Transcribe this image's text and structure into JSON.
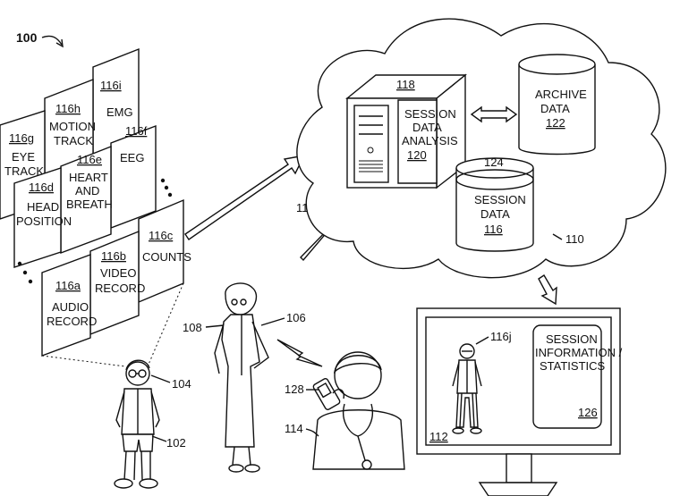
{
  "figure": {
    "number": "100",
    "panels": [
      {
        "id": "116i",
        "text": [
          "EMG"
        ]
      },
      {
        "id": "116h",
        "text": [
          "MOTION",
          "TRACK"
        ]
      },
      {
        "id": "116g",
        "text": [
          "EYE",
          "TRACK"
        ]
      },
      {
        "id": "116f",
        "text": [
          "EEG"
        ]
      },
      {
        "id": "116e",
        "text": [
          "HEART",
          "AND",
          "BREATH"
        ]
      },
      {
        "id": "116d",
        "text": [
          "HEAD",
          "POSITION"
        ]
      },
      {
        "id": "116c",
        "text": [
          "COUNTS"
        ]
      },
      {
        "id": "116b",
        "text": [
          "VIDEO",
          "RECORD"
        ]
      },
      {
        "id": "116a",
        "text": [
          "AUDIO",
          "RECORD"
        ]
      }
    ],
    "server": {
      "ref_top": "118",
      "lines": [
        "SESSION",
        "DATA",
        "ANALYSIS"
      ],
      "ref": "120"
    },
    "archive": {
      "lines": [
        "ARCHIVE",
        "DATA"
      ],
      "ref": "122"
    },
    "session_db": {
      "ref_top": "124",
      "lines": [
        "SESSION",
        "DATA"
      ],
      "ref": "116"
    },
    "cloud_ref": "110",
    "arrow_ref": "116j",
    "monitor": {
      "child_ref": "116j",
      "info_lines": [
        "SESSION",
        "INFORMATION /",
        "STATISTICS"
      ],
      "info_ref": "126",
      "screen_ref": "112"
    },
    "child_refs": {
      "head": "104",
      "body": "102"
    },
    "adult_refs": {
      "woman": "108",
      "line": "106"
    },
    "clinician_refs": {
      "phone": "128",
      "body": "114"
    }
  }
}
